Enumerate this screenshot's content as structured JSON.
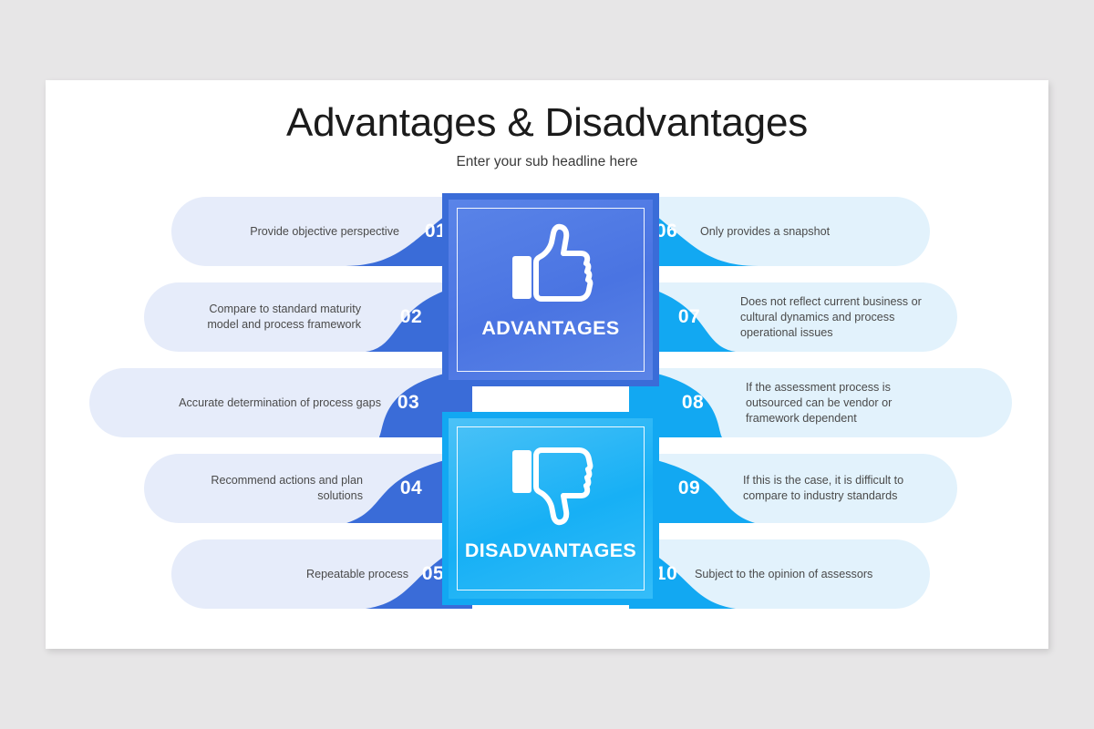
{
  "header": {
    "title": "Advantages & Disadvantages",
    "subtitle": "Enter your sub headline here"
  },
  "colors": {
    "page_background": "#e7e6e7",
    "slide_background": "#ffffff",
    "advantages_accent": "#3a6cd8",
    "advantages_fill": "#4a74e2",
    "advantages_pill_bg": "#e6ecfa",
    "disadvantages_accent": "#12a8f2",
    "disadvantages_fill": "#17b0f5",
    "disadvantages_pill_bg": "#e2f2fc",
    "title_text": "#1b1b1b",
    "body_text": "#4a4a4a"
  },
  "cards": {
    "advantages": {
      "label": "ADVANTAGES",
      "icon": "thumbs-up-icon"
    },
    "disadvantages": {
      "label": "DISADVANTAGES",
      "icon": "thumbs-down-icon"
    }
  },
  "advantages_items": [
    {
      "number": "01",
      "text": "Provide objective  perspective"
    },
    {
      "number": "02",
      "text": "Compare to standard maturity model and process framework"
    },
    {
      "number": "03",
      "text": "Accurate determination  of process gaps"
    },
    {
      "number": "04",
      "text": "Recommend  actions and plan solutions"
    },
    {
      "number": "05",
      "text": "Repeatable  process"
    }
  ],
  "disadvantages_items": [
    {
      "number": "06",
      "text": "Only provides a snapshot"
    },
    {
      "number": "07",
      "text": "Does not reflect current business or cultural dynamics and process operational issues"
    },
    {
      "number": "08",
      "text": "If the assessment process is outsourced can be vendor or framework dependent"
    },
    {
      "number": "09",
      "text": "If this is the case, it is difficult to compare to industry standards"
    },
    {
      "number": "10",
      "text": "Subject to the opinion of assessors"
    }
  ]
}
